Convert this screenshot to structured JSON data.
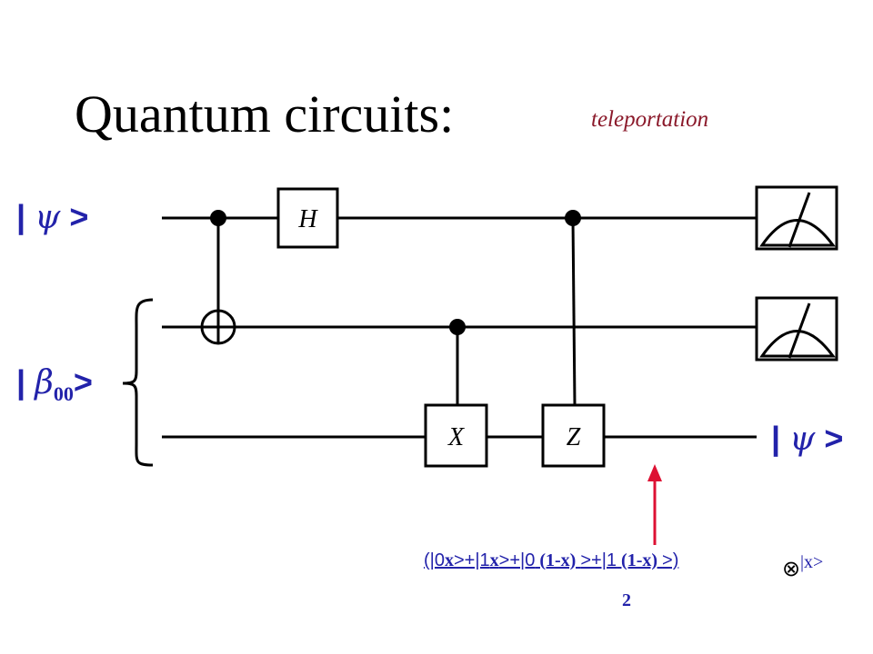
{
  "title": "Quantum circuits:",
  "subtitle": "teleportation",
  "kets": {
    "input_prefix": "|",
    "input_symbol": "ψ",
    "input_suffix": ">",
    "bell_prefix": "|",
    "bell_symbol": "β",
    "bell_sub": "00",
    "bell_suffix": ">",
    "output_prefix": "|",
    "output_symbol": "ψ",
    "output_suffix": ">"
  },
  "gates": {
    "hadamard": "H",
    "pauli_x": "X",
    "pauli_z": "Z"
  },
  "formula": {
    "open": "(|0",
    "x1": "x",
    "part2": ">+|1",
    "x2": "x",
    "part3": ">+|0",
    "e1": " (1-x) ",
    "part4": ">+|1",
    "e2": " (1-x) ",
    "close": ">)",
    "denominator": "2",
    "otimes": "⊗",
    "tail": "|x>"
  },
  "colors": {
    "ket": "#2222aa",
    "subtitle": "#8b1a2b",
    "arrow": "#dd1133"
  }
}
